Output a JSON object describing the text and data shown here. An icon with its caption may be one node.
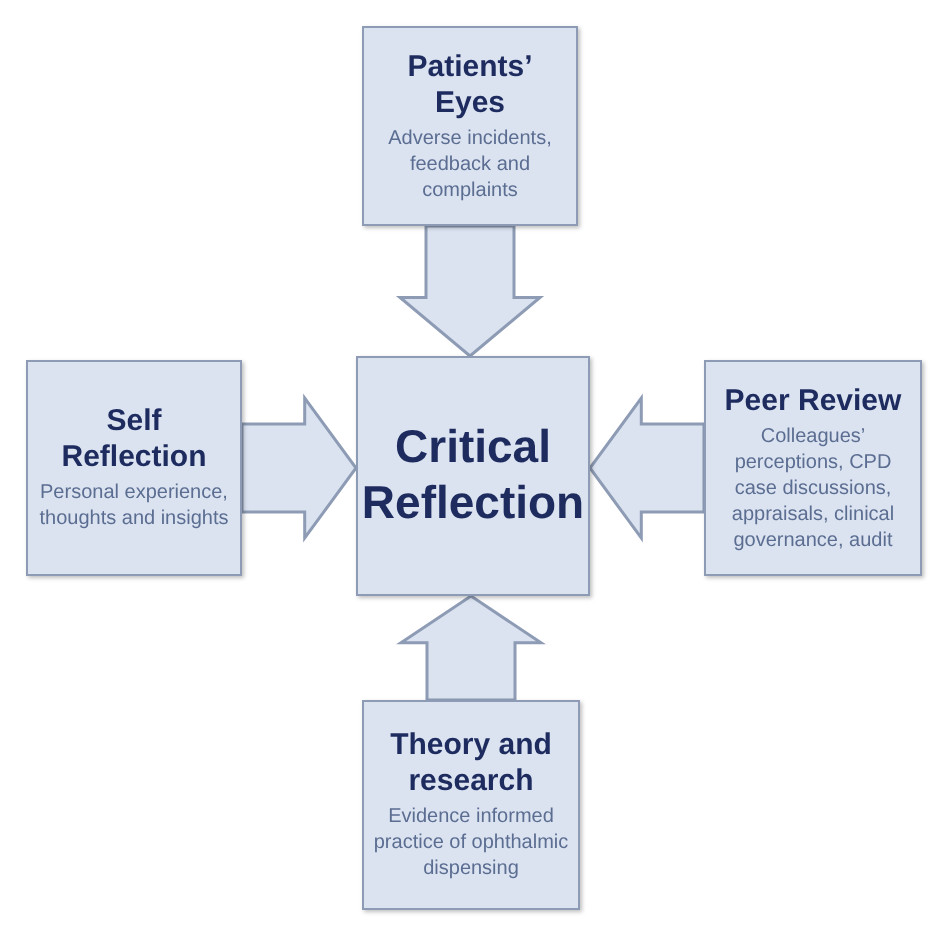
{
  "diagram": {
    "nodes": [
      {
        "text": [
          "Patients’ Eyes",
          "Adverse incidents, feedback and complaints"
        ]
      },
      {
        "text": [
          "Self Reflection",
          "Personal experience, thoughts and insights"
        ]
      },
      {
        "text": [
          "Critical Reflection"
        ]
      },
      {
        "text": [
          "Peer Review",
          "Colleagues’ perceptions, CPD case discussions, appraisals, clinical governance, audit"
        ]
      },
      {
        "text": [
          "Theory and research",
          "Evidence informed practice of ophthalmic dispensing"
        ]
      }
    ],
    "edges": [
      {
        "from": 0,
        "to": 2,
        "arrow": "to"
      },
      {
        "from": 1,
        "to": 2,
        "arrow": "to"
      },
      {
        "from": 3,
        "to": 2,
        "arrow": "to"
      },
      {
        "from": 4,
        "to": 2,
        "arrow": "to"
      }
    ]
  }
}
